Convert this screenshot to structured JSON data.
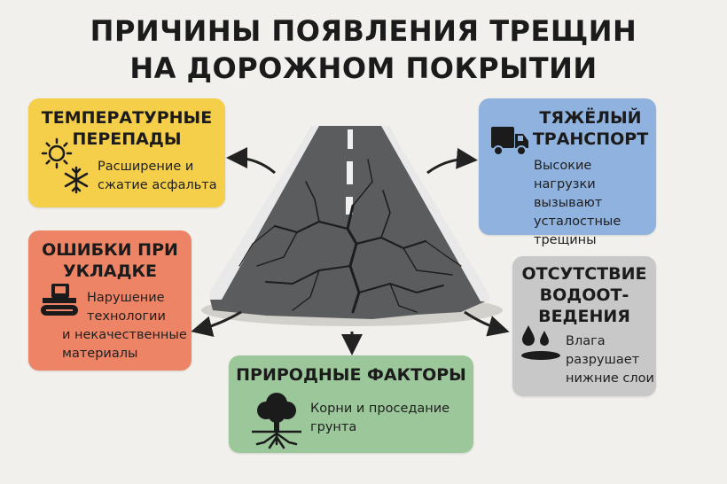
{
  "title": {
    "line1": "ПРИЧИНЫ ПОЯВЛЕНИЯ ТРЕЩИН",
    "line2": "НА ДОРОЖНОМ ПОКРЫТИИ"
  },
  "cards": {
    "temperature": {
      "title": [
        "ТЕМПЕРАТУРНЫЕ",
        "ПЕРЕПАДЫ"
      ],
      "text": [
        "Расширение и",
        "сжатие асфальта"
      ],
      "color": "#f6cf4a",
      "icons": [
        "sun-icon",
        "snowflake-icon"
      ]
    },
    "heavy": {
      "title": [
        "ТЯЖЁЛЫЙ",
        "ТРАНСПОРТ"
      ],
      "text": [
        "Высокие нагрузки",
        "вызывают",
        "усталостные",
        "трещины"
      ],
      "color": "#8fb2de",
      "icons": [
        "truck-icon"
      ]
    },
    "laying": {
      "title": [
        "ОШИБКИ ПРИ",
        "УКЛАДКЕ"
      ],
      "text": [
        "Нарушение",
        "технологии",
        "и некачественные",
        "материалы"
      ],
      "color": "#ee8466",
      "icons": [
        "road-roller-icon"
      ]
    },
    "drainage": {
      "title": [
        "ОТСУТСТВИЕ",
        "ВОДООТ-",
        "ВЕДЕНИЯ"
      ],
      "text": [
        "Влага",
        "разрушает",
        "нижние слои"
      ],
      "color": "#c8c8c8",
      "icons": [
        "water-drops-icon"
      ]
    },
    "natural": {
      "title": [
        "ПРИРОДНЫЕ ФАКТОРЫ"
      ],
      "text": [
        "Корни и проседание",
        "грунта"
      ],
      "color": "#9cc79a",
      "icons": [
        "tree-roots-icon"
      ]
    }
  }
}
